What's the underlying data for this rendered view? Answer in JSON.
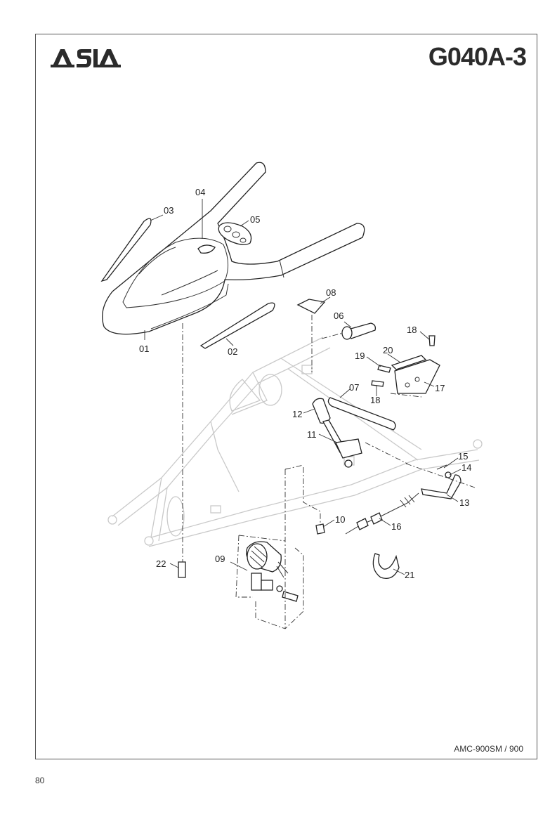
{
  "brand": {
    "logo_text": "ASIA"
  },
  "header": {
    "diagram_code": "G040A-3"
  },
  "footer": {
    "model": "AMC-900SM / 900",
    "page_number": "80"
  },
  "callouts": [
    "01",
    "02",
    "03",
    "04",
    "05",
    "06",
    "07",
    "08",
    "09",
    "10",
    "11",
    "12",
    "13",
    "14",
    "15",
    "16",
    "17",
    "18",
    "18",
    "19",
    "20",
    "21",
    "22"
  ]
}
